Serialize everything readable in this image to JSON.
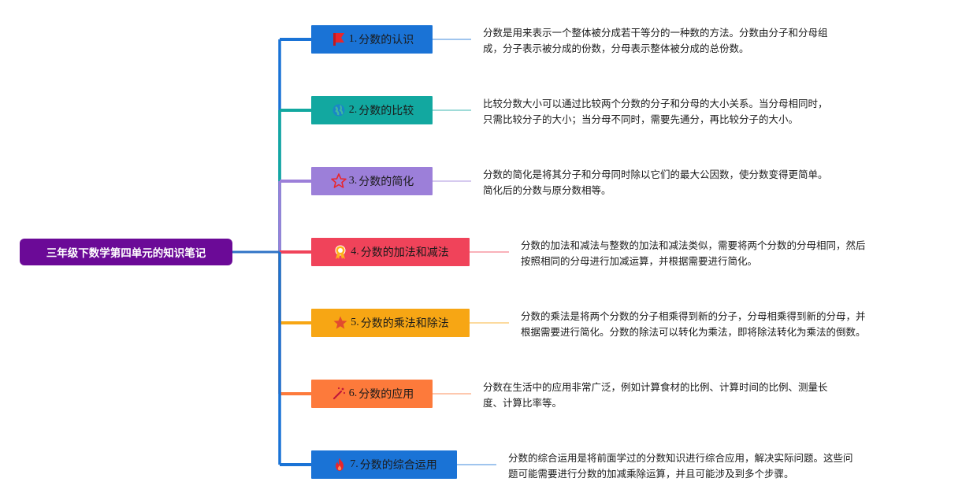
{
  "root": {
    "title": "三年级下数学第四单元的知识笔记"
  },
  "topics": [
    {
      "num": "1.",
      "label": "分数的认识",
      "color": "#1a73d6",
      "icon": "flag-icon",
      "note": [
        "分数是用来表示一个整体被分成若干等分的一种数的方法。分数由分子和分母组",
        "成，分子表示被分成的份数，分母表示整体被分成的总份数。"
      ]
    },
    {
      "num": "2.",
      "label": "分数的比较",
      "color": "#12a8a0",
      "icon": "globe-icon",
      "note": [
        "比较分数大小可以通过比较两个分数的分子和分母的大小关系。当分母相同时，",
        "只需比较分子的大小；当分母不同时，需要先通分，再比较分子的大小。"
      ]
    },
    {
      "num": "3.",
      "label": "分数的简化",
      "color": "#9c7fd9",
      "icon": "star-outline-icon",
      "note": [
        "分数的简化是将其分子和分母同时除以它们的最大公因数，使分数变得更简单。",
        "简化后的分数与原分数相等。"
      ]
    },
    {
      "num": "4.",
      "label": "分数的加法和减法",
      "color": "#f0435a",
      "icon": "award-ribbon-icon",
      "note": [
        "分数的加法和减法与整数的加法和减法类似，需要将两个分数的分母相同，然后",
        "按照相同的分母进行加减运算，并根据需要进行简化。"
      ]
    },
    {
      "num": "5.",
      "label": "分数的乘法和除法",
      "color": "#f7a614",
      "icon": "star-filled-icon",
      "note": [
        "分数的乘法是将两个分数的分子相乘得到新的分子，分母相乘得到新的分母，并",
        "根据需要进行简化。分数的除法可以转化为乘法，即将除法转化为乘法的倒数。"
      ]
    },
    {
      "num": "6.",
      "label": "分数的应用",
      "color": "#fd7a3b",
      "icon": "magic-wand-icon",
      "note": [
        "分数在生活中的应用非常广泛，例如计算食材的比例、计算时间的比例、测量长",
        "度、计算比率等。"
      ]
    },
    {
      "num": "7.",
      "label": "分数的综合运用",
      "color": "#1a73d6",
      "icon": "fire-icon",
      "note": [
        "分数的综合运用是将前面学过的分数知识进行综合应用，解决实际问题。这些问",
        "题可能需要进行分数的加减乘除运算，并且可能涉及到多个步骤。"
      ]
    }
  ]
}
